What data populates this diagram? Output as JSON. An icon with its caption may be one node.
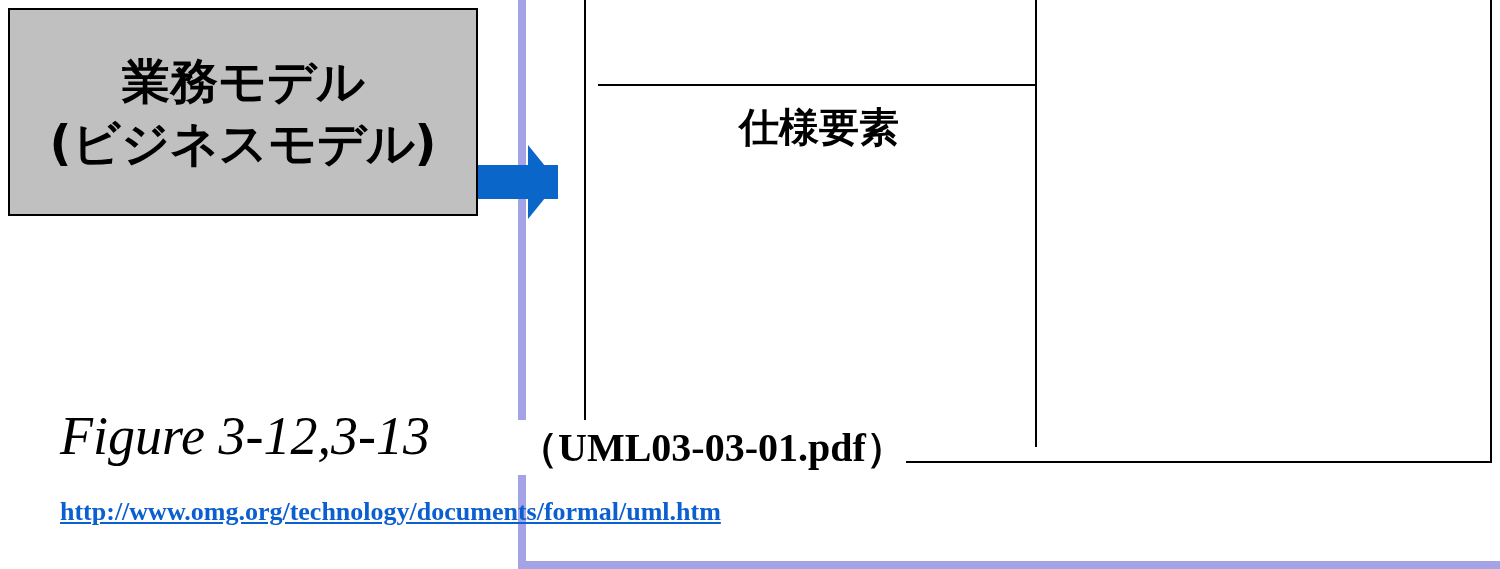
{
  "diagram": {
    "nodes": [
      {
        "text": [
          "業務モデル (ビジネスモデル)"
        ]
      },
      {
        "text": [],
        "shape": "box"
      },
      {
        "text": [
          "仕様要素"
        ],
        "in": 1
      }
    ],
    "edges": [
      {
        "from": 0,
        "to": 1,
        "arrow": "to",
        "color": "#0a66c8"
      }
    ],
    "labels": [
      "Figure 3-12,3-13",
      "（UML03-03-01.pdf）",
      "http://www.omg.org/technology/documents/formal/uml.htm"
    ]
  }
}
